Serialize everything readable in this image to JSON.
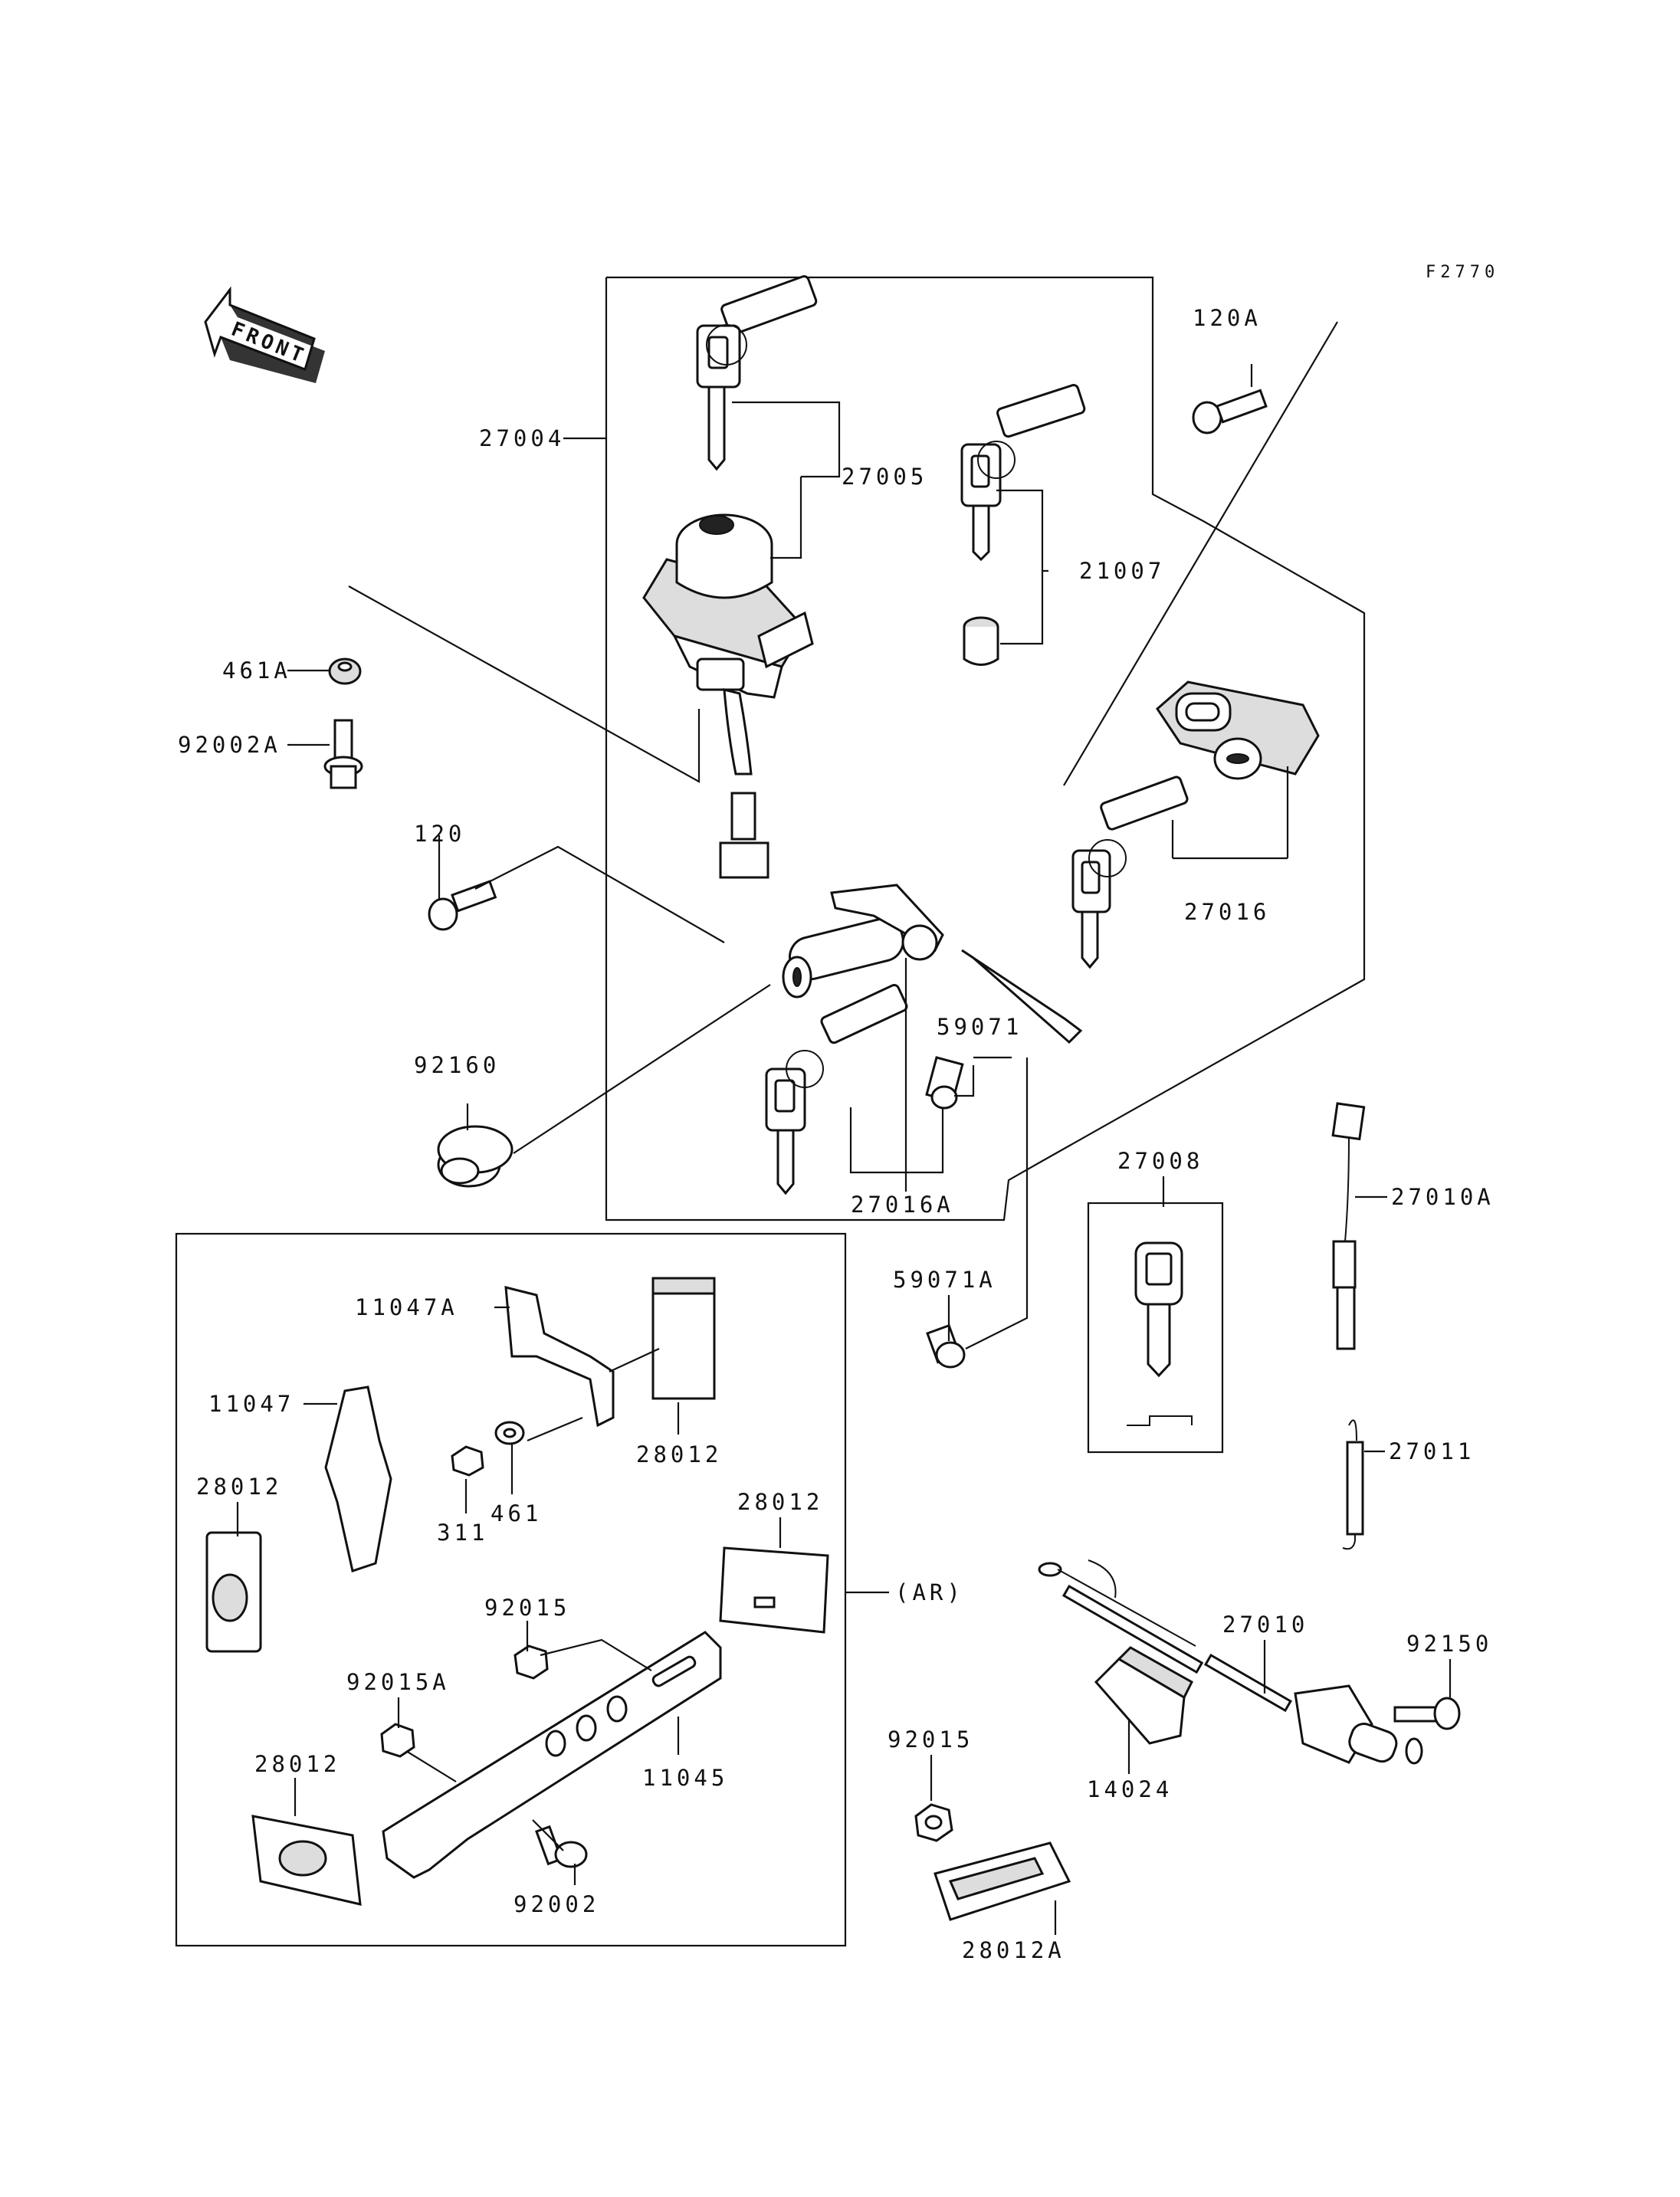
{
  "figure_code": "F2770",
  "front_arrow": {
    "label": "FRONT",
    "icon": "front-direction-arrow-icon"
  },
  "callouts": {
    "p27004": "27004",
    "p27005": "27005",
    "p21007": "21007",
    "p120A": "120A",
    "p461A": "461A",
    "p92002A": "92002A",
    "p120": "120",
    "p27016": "27016",
    "p92160": "92160",
    "p59071": "59071",
    "p27016A": "27016A",
    "p27008": "27008",
    "p27010A": "27010A",
    "p59071A": "59071A",
    "p11047A": "11047A",
    "p11047": "11047",
    "p28012_right_plate": "28012",
    "p28012_left_top": "28012",
    "p311": "311",
    "p461": "461",
    "p28012_mid": "28012",
    "pAR": "(AR)",
    "p92015": "92015",
    "p92015A": "92015A",
    "p11045": "11045",
    "p28012_left_bottom": "28012",
    "p92002": "92002",
    "p27011": "27011",
    "p27010": "27010",
    "p92150": "92150",
    "p92015_right": "92015",
    "p14024": "14024",
    "p28012A": "28012A"
  }
}
